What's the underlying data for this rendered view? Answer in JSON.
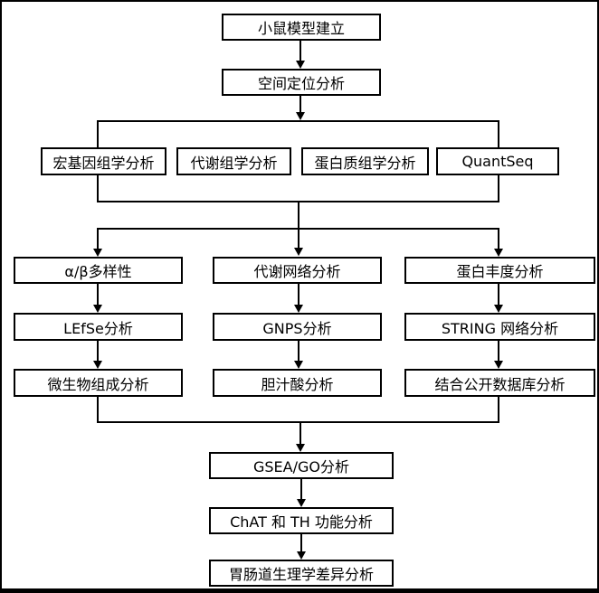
{
  "flowchart": {
    "nodes": {
      "mouse_model": "小鼠模型建立",
      "spatial": "空间定位分析",
      "metagenomics": "宏基因组学分析",
      "metabolomics": "代谢组学分析",
      "proteomics": "蛋白质组学分析",
      "quantseq": "QuantSeq",
      "diversity": "α/β多样性",
      "metabolic_network": "代谢网络分析",
      "protein_abundance": "蛋白丰度分析",
      "lefse": "LEfSe分析",
      "gnps": "GNPS分析",
      "string_network": "STRING 网络分析",
      "microbial": "微生物组成分析",
      "bile_acid": "胆汁酸分析",
      "public_db": "结合公开数据库分析",
      "gsea_go": "GSEA/GO分析",
      "chat_th": "ChAT 和 TH 功能分析",
      "gi_physiology": "胃肠道生理学差异分析"
    },
    "colors": {
      "line": "#000000",
      "box_background": "#ffffff",
      "text": "#000000",
      "page_border": "#000000"
    }
  }
}
